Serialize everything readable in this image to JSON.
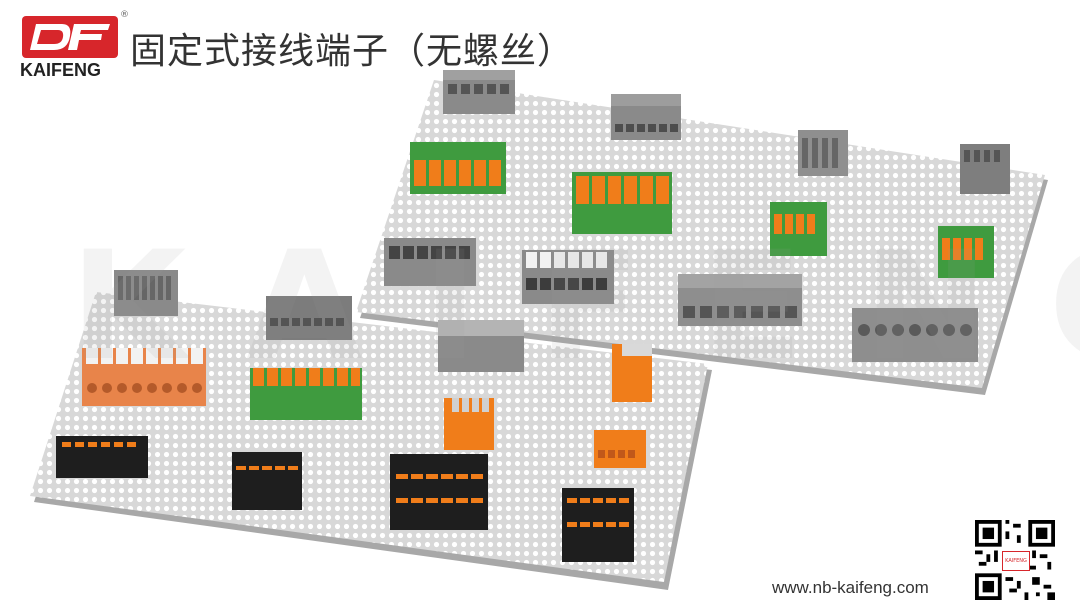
{
  "brand": {
    "logo_mark": "DF",
    "name": "KAIFENG",
    "registered": "®"
  },
  "title": "固定式接线端子（无螺丝）",
  "watermark": "KAIFENG",
  "website": "www.nb-kaifeng.com",
  "qr_label": "KAIFENG",
  "colors": {
    "brand_red": "#d7262b",
    "board": "#d9d9d9",
    "green": "#3f9b3f",
    "orange": "#f07d1a",
    "gray": "#7d7d7d",
    "black": "#1e1e1e"
  }
}
